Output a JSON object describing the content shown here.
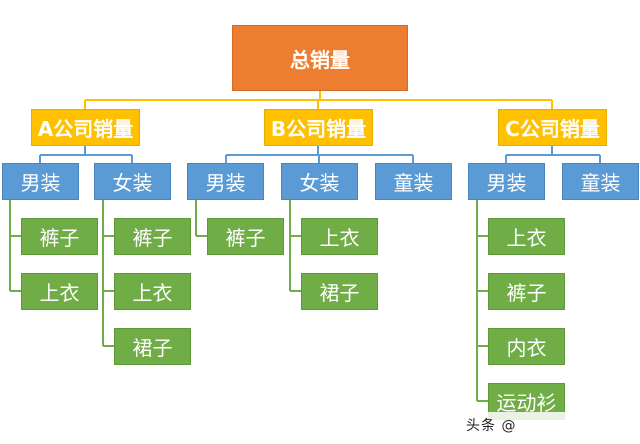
{
  "root": {
    "label": "总销量"
  },
  "companies": [
    {
      "label": "A公司销量",
      "categories": [
        {
          "label": "男装",
          "items": [
            "裤子",
            "上衣"
          ]
        },
        {
          "label": "女装",
          "items": [
            "裤子",
            "上衣",
            "裙子"
          ]
        }
      ]
    },
    {
      "label": "B公司销量",
      "categories": [
        {
          "label": "男装",
          "items": [
            "裤子"
          ]
        },
        {
          "label": "女装",
          "items": [
            "上衣",
            "裙子"
          ]
        },
        {
          "label": "童装",
          "items": []
        }
      ]
    },
    {
      "label": "C公司销量",
      "categories": [
        {
          "label": "男装",
          "items": [
            "上衣",
            "裤子",
            "内衣",
            "运动衫"
          ]
        },
        {
          "label": "童装",
          "items": []
        }
      ]
    }
  ],
  "watermark": {
    "text": "头条 @"
  },
  "colors": {
    "root": "#ED7D31",
    "company": "#FFC000",
    "category": "#5B9BD5",
    "item": "#70AD47",
    "connector_root": "#FFC000",
    "connector_company": "#5B9BD5",
    "connector_category": "#70AD47"
  }
}
